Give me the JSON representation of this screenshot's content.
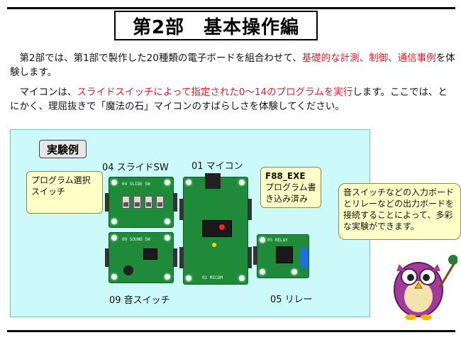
{
  "title": "第2部　基本操作編",
  "intro": {
    "p1_a": "　第2部では、第1部で製作した20種類の電子ボードを組合わせて、",
    "p1_red": "基礎的な計測、制御、通信事例",
    "p1_b": "を体験します。",
    "p2_a": "　マイコンは、",
    "p2_red": "スライドスイッチによって指定された0～14のプログラムを実行",
    "p2_b": "します。ここでは、とにかく、理屈抜きで「魔法の石」マイコンのすばらしさを体験してください。"
  },
  "example_label": "実験例",
  "boards": {
    "slide_sw": "04 スライドSW",
    "micom": "01 マイコン",
    "sound_sw": "09 音スイッチ",
    "relay": "05 リレー",
    "slide_sw_pcb": "04 SLIDE SW",
    "sound_sw_pcb": "09 SOUND SW",
    "micom_pcb": "01 MICOM",
    "relay_pcb": "05 RELAY"
  },
  "callouts": {
    "program_select": "プログラム選択スイッチ",
    "f88_title": "F88_EXE",
    "f88_text": "プログラム書き込み済み",
    "info": "音スイッチなどの入力ボードとリレーなどの出力ボードを接続することによって、多彩な実験ができます。"
  },
  "colors": {
    "accent_red": "#e8182a",
    "panel_bg": "#ccfafa",
    "callout_bg": "#ffffc8",
    "pcb_green": "#1f8a3a"
  }
}
